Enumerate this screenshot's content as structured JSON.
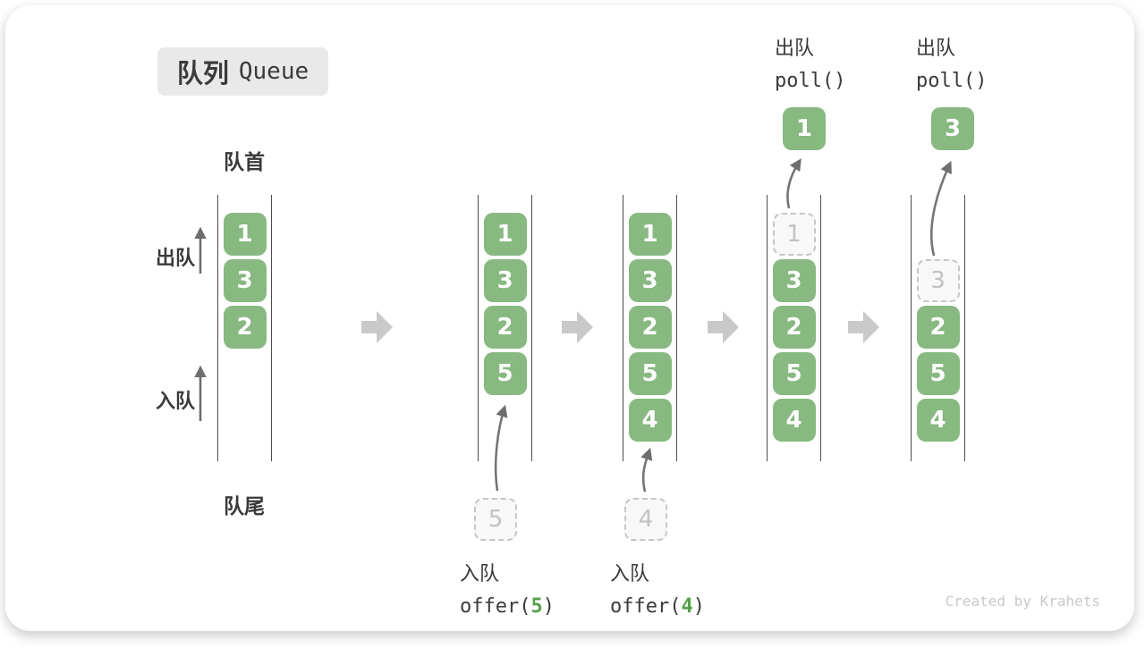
{
  "title": {
    "zh": "队列",
    "en": "Queue"
  },
  "labels": {
    "front": "队首",
    "rear": "队尾",
    "side_dequeue": "出队",
    "side_enqueue": "入队",
    "watermark": "Created by Krahets"
  },
  "colors": {
    "box_green": "#87b980",
    "code_arg_green": "#55a14b",
    "title_bg": "#e9e9e9",
    "text_dark": "#3a3a3a",
    "thin_arrow_gray": "#757575",
    "block_arrow_gray": "#c9c9c9",
    "dashed_border_gray": "#c6c6c6",
    "dashed_text_gray": "#c2c2c2"
  },
  "queues": [
    {
      "items": [
        {
          "value": "1",
          "removed": false
        },
        {
          "value": "3",
          "removed": false
        },
        {
          "value": "2",
          "removed": false
        }
      ]
    },
    {
      "items": [
        {
          "value": "1",
          "removed": false
        },
        {
          "value": "3",
          "removed": false
        },
        {
          "value": "2",
          "removed": false
        },
        {
          "value": "5",
          "removed": false
        }
      ]
    },
    {
      "items": [
        {
          "value": "1",
          "removed": false
        },
        {
          "value": "3",
          "removed": false
        },
        {
          "value": "2",
          "removed": false
        },
        {
          "value": "5",
          "removed": false
        },
        {
          "value": "4",
          "removed": false
        }
      ]
    },
    {
      "items": [
        {
          "value": "1",
          "removed": true
        },
        {
          "value": "3",
          "removed": false
        },
        {
          "value": "2",
          "removed": false
        },
        {
          "value": "5",
          "removed": false
        },
        {
          "value": "4",
          "removed": false
        }
      ]
    },
    {
      "items": [
        {
          "value": "3",
          "removed": true
        },
        {
          "value": "2",
          "removed": false
        },
        {
          "value": "5",
          "removed": false
        },
        {
          "value": "4",
          "removed": false
        }
      ]
    }
  ],
  "operations": {
    "enqueue_5": {
      "label": "入队",
      "code_pre": "offer(",
      "arg": "5",
      "code_post": ")",
      "pending_value": "5"
    },
    "enqueue_4": {
      "label": "入队",
      "code_pre": "offer(",
      "arg": "4",
      "code_post": ")",
      "pending_value": "4"
    },
    "dequeue_1": {
      "label": "出队",
      "code": "poll()",
      "result_value": "1"
    },
    "dequeue_3": {
      "label": "出队",
      "code": "poll()",
      "result_value": "3"
    }
  }
}
